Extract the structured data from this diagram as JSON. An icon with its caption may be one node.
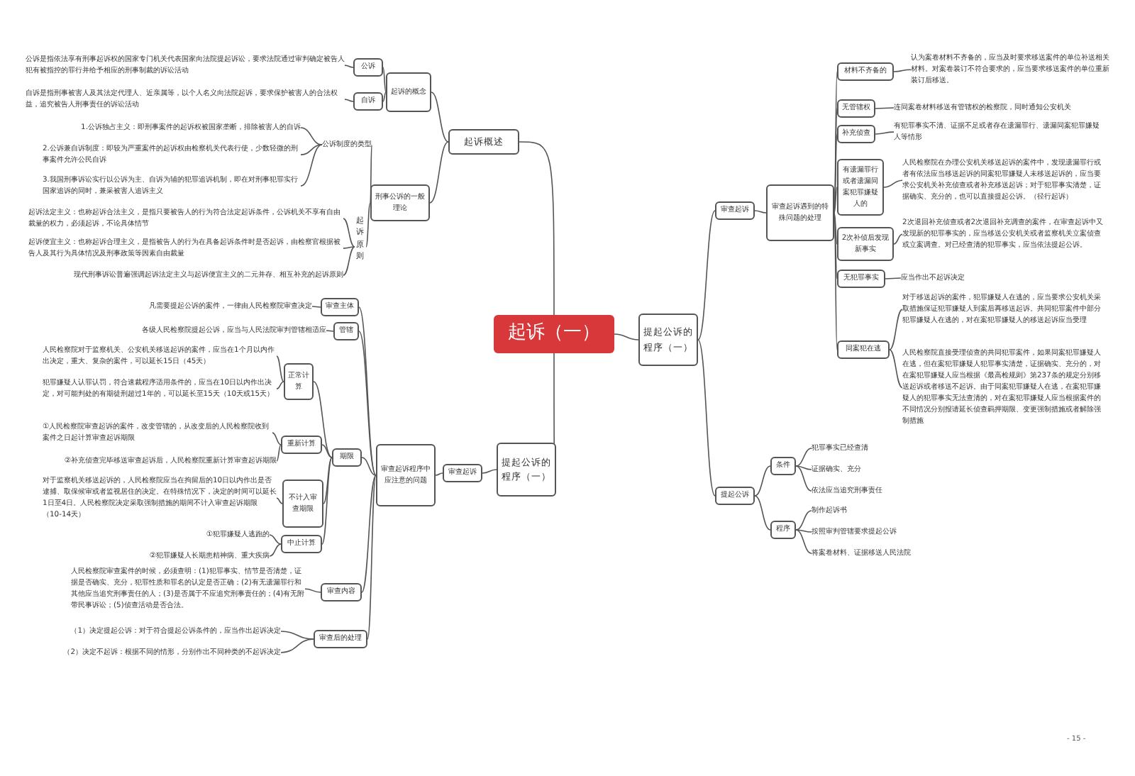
{
  "diagram": {
    "nodes": [
      {
        "text": [
          "起诉（一）"
        ]
      },
      {
        "text": [
          "起诉概述"
        ]
      },
      {
        "text": [
          "起诉的概念"
        ]
      },
      {
        "text": [
          "公诉"
        ]
      },
      {
        "text": [
          "公诉是指依法享有刑事起诉权的国家专门机关代表国家向法院提起诉讼，要求法院通过审判确定被告人犯有被指控的罪行并给予相应的刑事制裁的诉讼活动"
        ]
      },
      {
        "text": [
          "自诉"
        ]
      },
      {
        "text": [
          "自诉是指刑事被害人及其法定代理人、近亲属等，以个人名义向法院起诉，要求保护被害人的合法权益，追究被告人刑事责任的诉讼活动"
        ]
      },
      {
        "text": [
          "刑事公诉的一般理论"
        ]
      },
      {
        "text": [
          "公诉制度的类型"
        ]
      },
      {
        "text": [
          "1.公诉独占主义：即刑事案件的起诉权被国家垄断，排除被害人的自诉"
        ]
      },
      {
        "text": [
          "2.公诉兼自诉制度：即较为严重案件的起诉权由检察机关代表行使，少数轻微的刑事案件允许公民自诉"
        ]
      },
      {
        "text": [
          "3.我国刑事诉讼实行以公诉为主、自诉为辅的犯罪追诉机制，即在对刑事犯罪实行国家追诉的同时，兼采被害人追诉主义"
        ]
      },
      {
        "text": [
          "起诉原则"
        ]
      },
      {
        "text": [
          "起诉法定主义：也称起诉合法主义，是指只要被告人的行为符合法定起诉条件，公诉机关不享有自由裁量的权力，必须起诉，不论具体情节"
        ]
      },
      {
        "text": [
          "起诉便宜主义：也称起诉合理主义，是指被告人的行为在具备起诉条件时是否起诉，由检察官根据被告人及其行为具体情况及刑事政策等因素自由裁量"
        ]
      },
      {
        "text": [
          "现代刑事诉讼普遍强调起诉法定主义与起诉便宜主义的二元并存、相互补充的起诉原则"
        ]
      },
      {
        "text": [
          "提起公诉的程序（一）"
        ]
      },
      {
        "text": [
          "审查起诉"
        ]
      },
      {
        "text": [
          "审查起诉程序中应注意的问题"
        ]
      },
      {
        "text": [
          "审查主体"
        ]
      },
      {
        "text": [
          "凡需要提起公诉的案件，一律由人民检察院审查决定"
        ]
      },
      {
        "text": [
          "管辖"
        ]
      },
      {
        "text": [
          "各级人民检察院提起公诉，应当与人民法院审判管辖相适应"
        ]
      },
      {
        "text": [
          "期限"
        ]
      },
      {
        "text": [
          "正常计算"
        ]
      },
      {
        "text": [
          "人民检察院对于监察机关、公安机关移送起诉的案件，应当在1个月以内作出决定，重大、复杂的案件，可以延长15日（45天）"
        ]
      },
      {
        "text": [
          "犯罪嫌疑人认罪认罚，符合速裁程序适用条件的，应当在10日以内作出决定，对可能判处的有期徒刑超过1年的，可以延长至15天（10天或15天）"
        ]
      },
      {
        "text": [
          "重新计算"
        ]
      },
      {
        "text": [
          "①人民检察院审查起诉的案件，改变管辖的，从改变后的人民检察院收到案件之日起计算审查起诉期限"
        ]
      },
      {
        "text": [
          "②补充侦查完毕移送审查起诉后，人民检察院重新计算审查起诉期限"
        ]
      },
      {
        "text": [
          "不计入审查期限"
        ]
      },
      {
        "text": [
          "对于监察机关移送起诉的，人民检察院应当在拘留后的10日以内作出是否逮捕、取保候审或者监视居住的决定。在特殊情况下，决定的时间可以延长1日至4日。人民检察院决定采取强制措施的期间不计入审查起诉期限（10-14天）"
        ]
      },
      {
        "text": [
          "中止计算"
        ]
      },
      {
        "text": [
          "①犯罪嫌疑人逃跑的"
        ]
      },
      {
        "text": [
          "②犯罪嫌疑人长期患精神病、重大疾病"
        ]
      },
      {
        "text": [
          "审查内容"
        ]
      },
      {
        "text": [
          "人民检察院审查案件的时候，必须查明：(1)犯罪事实、情节是否清楚，证据是否确实、充分，犯罪性质和罪名的认定是否正确；(2)有无遗漏罪行和其他应当追究刑事责任的人；(3)是否属于不应追究刑事责任的；(4)有无附带民事诉讼；(5)侦查活动是否合法。"
        ]
      },
      {
        "text": [
          "审查后的处理"
        ]
      },
      {
        "text": [
          "（1）决定提起公诉：对于符合提起公诉条件的，应当作出起诉决定"
        ]
      },
      {
        "text": [
          "（2）决定不起诉：根据不同的情形，分别作出不同种类的不起诉决定"
        ]
      },
      {
        "text": [
          "提起公诉的程序（一）"
        ]
      },
      {
        "text": [
          "审查起诉"
        ]
      },
      {
        "text": [
          "审查起诉遇到的特殊问题的处理"
        ]
      },
      {
        "text": [
          "材料不齐备的"
        ]
      },
      {
        "text": [
          "认为案卷材料不齐备的，应当及时要求移送案件的单位补送相关材料。对案卷装订不符合要求的，应当要求移送案件的单位重新装订后移送。"
        ]
      },
      {
        "text": [
          "无管辖权"
        ]
      },
      {
        "text": [
          "连同案卷材料移送有管辖权的检察院，同时通知公安机关"
        ]
      },
      {
        "text": [
          "补充侦查"
        ]
      },
      {
        "text": [
          "有犯罪事实不清、证据不足或者存在遗漏罪行、遗漏同案犯罪嫌疑人等情形"
        ]
      },
      {
        "text": [
          "有遗漏罪行或者遗漏同案犯罪嫌疑人的"
        ]
      },
      {
        "text": [
          "人民检察院在办理公安机关移送起诉的案件中，发现遗漏罪行或者有依法应当移送起诉的同案犯罪嫌疑人未移送起诉的，应当要求公安机关补充侦查或者补充移送起诉；对于犯罪事实清楚，证据确实、充分的，也可以直接提起公诉。（径行起诉）"
        ]
      },
      {
        "text": [
          "2次补侦后发现新事实"
        ]
      },
      {
        "text": [
          "2次退回补充侦查或者2次退回补充调查的案件，在审查起诉中又发现新的犯罪事实的，应当移送公安机关或者监察机关立案侦查或立案调查。对已经查清的犯罪事实，应当依法提起公诉。"
        ]
      },
      {
        "text": [
          "无犯罪事实"
        ]
      },
      {
        "text": [
          "应当作出不起诉决定"
        ]
      },
      {
        "text": [
          "同案犯在逃"
        ]
      },
      {
        "text": [
          "对于移送起诉的案件，犯罪嫌疑人在逃的，应当要求公安机关采取措施保证犯罪嫌疑人到案后再移送起诉。共同犯罪案件中部分犯罪嫌疑人在逃的，对在案犯罪嫌疑人的移送起诉应当受理"
        ]
      },
      {
        "text": [
          "人民检察院直接受理侦查的共同犯罪案件，如果同案犯罪嫌疑人在逃，但在案犯罪嫌疑人犯罪事实清楚，证据确实、充分的，对在案犯罪嫌疑人应当根据《最高检规则》第237条的规定分别移送起诉或者移送不起诉。由于同案犯罪嫌疑人在逃，在案犯罪嫌疑人的犯罪事实无法查清的，对在案犯罪嫌疑人应当根据案件的不同情况分别报请延长侦查羁押期限、变更强制措施或者解除强制措施"
        ]
      },
      {
        "text": [
          "提起公诉"
        ]
      },
      {
        "text": [
          "条件"
        ]
      },
      {
        "text": [
          "犯罪事实已经查清"
        ]
      },
      {
        "text": [
          "证据确实、充分"
        ]
      },
      {
        "text": [
          "依法应当追究刑事责任"
        ]
      },
      {
        "text": [
          "程序"
        ]
      },
      {
        "text": [
          "制作起诉书"
        ]
      },
      {
        "text": [
          "按照审判管辖要求提起公诉"
        ]
      },
      {
        "text": [
          "将案卷材料、证据移送人民法院"
        ]
      }
    ],
    "edges": [
      {
        "from": 0,
        "to": 1,
        "arrow": "none"
      },
      {
        "from": 1,
        "to": 2,
        "arrow": "none"
      },
      {
        "from": 2,
        "to": 3,
        "arrow": "none"
      },
      {
        "from": 3,
        "to": 4,
        "arrow": "none"
      },
      {
        "from": 2,
        "to": 5,
        "arrow": "none"
      },
      {
        "from": 5,
        "to": 6,
        "arrow": "none"
      },
      {
        "from": 1,
        "to": 7,
        "arrow": "none"
      },
      {
        "from": 7,
        "to": 8,
        "arrow": "none"
      },
      {
        "from": 8,
        "to": 9,
        "arrow": "none"
      },
      {
        "from": 8,
        "to": 10,
        "arrow": "none"
      },
      {
        "from": 8,
        "to": 11,
        "arrow": "none"
      },
      {
        "from": 7,
        "to": 12,
        "arrow": "none"
      },
      {
        "from": 12,
        "to": 13,
        "arrow": "none"
      },
      {
        "from": 12,
        "to": 14,
        "arrow": "none"
      },
      {
        "from": 12,
        "to": 15,
        "arrow": "none"
      },
      {
        "from": 0,
        "to": 16,
        "arrow": "none"
      },
      {
        "from": 16,
        "to": 17,
        "arrow": "none"
      },
      {
        "from": 17,
        "to": 18,
        "arrow": "none"
      },
      {
        "from": 18,
        "to": 19,
        "arrow": "none"
      },
      {
        "from": 19,
        "to": 20,
        "arrow": "none"
      },
      {
        "from": 18,
        "to": 21,
        "arrow": "none"
      },
      {
        "from": 21,
        "to": 22,
        "arrow": "none"
      },
      {
        "from": 18,
        "to": 23,
        "arrow": "none"
      },
      {
        "from": 23,
        "to": 24,
        "arrow": "none"
      },
      {
        "from": 24,
        "to": 25,
        "arrow": "none"
      },
      {
        "from": 24,
        "to": 26,
        "arrow": "none"
      },
      {
        "from": 23,
        "to": 27,
        "arrow": "none"
      },
      {
        "from": 27,
        "to": 28,
        "arrow": "none"
      },
      {
        "from": 27,
        "to": 29,
        "arrow": "none"
      },
      {
        "from": 23,
        "to": 30,
        "arrow": "none"
      },
      {
        "from": 30,
        "to": 31,
        "arrow": "none"
      },
      {
        "from": 23,
        "to": 32,
        "arrow": "none"
      },
      {
        "from": 32,
        "to": 33,
        "arrow": "none"
      },
      {
        "from": 32,
        "to": 34,
        "arrow": "none"
      },
      {
        "from": 18,
        "to": 35,
        "arrow": "none"
      },
      {
        "from": 35,
        "to": 36,
        "arrow": "none"
      },
      {
        "from": 18,
        "to": 37,
        "arrow": "none"
      },
      {
        "from": 37,
        "to": 38,
        "arrow": "none"
      },
      {
        "from": 37,
        "to": 39,
        "arrow": "none"
      },
      {
        "from": 0,
        "to": 40,
        "arrow": "none"
      },
      {
        "from": 40,
        "to": 41,
        "arrow": "none"
      },
      {
        "from": 41,
        "to": 42,
        "arrow": "none"
      },
      {
        "from": 42,
        "to": 43,
        "arrow": "none"
      },
      {
        "from": 43,
        "to": 44,
        "arrow": "none"
      },
      {
        "from": 42,
        "to": 45,
        "arrow": "none"
      },
      {
        "from": 45,
        "to": 46,
        "arrow": "none"
      },
      {
        "from": 42,
        "to": 47,
        "arrow": "none"
      },
      {
        "from": 47,
        "to": 48,
        "arrow": "none"
      },
      {
        "from": 42,
        "to": 49,
        "arrow": "none"
      },
      {
        "from": 49,
        "to": 50,
        "arrow": "none"
      },
      {
        "from": 42,
        "to": 51,
        "arrow": "none"
      },
      {
        "from": 51,
        "to": 52,
        "arrow": "none"
      },
      {
        "from": 42,
        "to": 53,
        "arrow": "none"
      },
      {
        "from": 53,
        "to": 54,
        "arrow": "none"
      },
      {
        "from": 42,
        "to": 55,
        "arrow": "none"
      },
      {
        "from": 55,
        "to": 56,
        "arrow": "none"
      },
      {
        "from": 55,
        "to": 57,
        "arrow": "none"
      },
      {
        "from": 40,
        "to": 58,
        "arrow": "none"
      },
      {
        "from": 58,
        "to": 59,
        "arrow": "none"
      },
      {
        "from": 59,
        "to": 60,
        "arrow": "none"
      },
      {
        "from": 59,
        "to": 61,
        "arrow": "none"
      },
      {
        "from": 59,
        "to": 62,
        "arrow": "none"
      },
      {
        "from": 58,
        "to": 63,
        "arrow": "none"
      },
      {
        "from": 63,
        "to": 64,
        "arrow": "none"
      },
      {
        "from": 63,
        "to": 65,
        "arrow": "none"
      },
      {
        "from": 63,
        "to": 66,
        "arrow": "none"
      }
    ],
    "labels": [
      "- 15 -"
    ]
  }
}
